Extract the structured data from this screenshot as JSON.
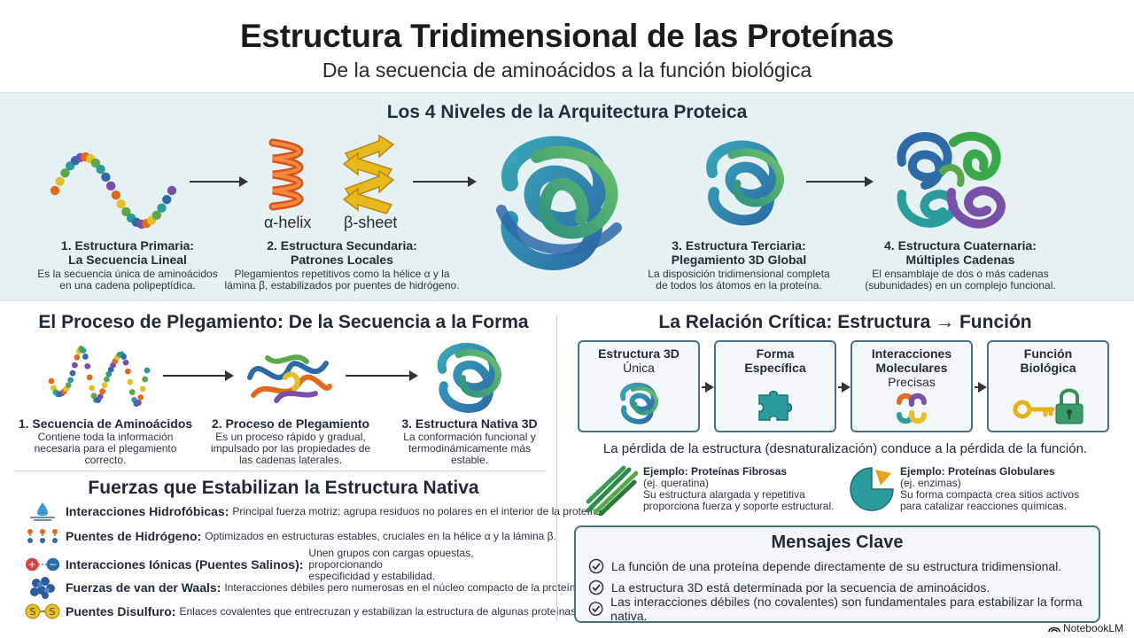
{
  "header": {
    "title": "Estructura Tridimensional de las Proteínas",
    "subtitle": "De la secuencia de aminoácidos a la función biológica"
  },
  "levels": {
    "section_title": "Los 4 Niveles de la Arquitectura Proteica",
    "helix_label": "α-helix",
    "sheet_label": "β-sheet",
    "items": [
      {
        "title1": "1. Estructura Primaria:",
        "title2": "La Secuencia Lineal",
        "desc1": "Es la secuencia única de aminoácidos",
        "desc2": "en una cadena polipeptídica."
      },
      {
        "title1": "2. Estructura Secundaria:",
        "title2": "Patrones Locales",
        "desc1": "Plegamientos repetitivos como la hélice α y la",
        "desc2": "lámina β, estabilizados por puentes de hidrógeno."
      },
      {
        "title1": "3. Estructura Terciaria:",
        "title2": "Plegamiento 3D Global",
        "desc1": "La disposición tridimensional completa",
        "desc2": "de todos los átomos en la proteína."
      },
      {
        "title1": "4. Estructura Cuaternaria:",
        "title2": "Múltiples Cadenas",
        "desc1": "El ensamblaje de dos o más cadenas",
        "desc2": "(subunidades) en un complejo funcional."
      }
    ]
  },
  "folding": {
    "section_title": "El Proceso de Plegamiento: De la Secuencia a la Forma",
    "steps": [
      {
        "title": "1. Secuencia de Aminoácidos",
        "desc1": "Contiene toda la información",
        "desc2": "necesaria para el plegamiento",
        "desc3": "correcto."
      },
      {
        "title": "2. Proceso de Plegamiento",
        "desc1": "Es un proceso rápido y gradual,",
        "desc2": "impulsado por las propiedades de",
        "desc3": "las cadenas laterales."
      },
      {
        "title": "3. Estructura Nativa 3D",
        "desc1": "La conformación funcional y",
        "desc2": "termodinámicamente más",
        "desc3": "estable."
      }
    ]
  },
  "forces": {
    "section_title": "Fuerzas que Estabilizan la Estructura Nativa",
    "items": [
      {
        "name": "Interacciones Hidrofóbicas:",
        "desc": "Principal fuerza motriz; agrupa residuos no polares en el interior de la proteína."
      },
      {
        "name": "Puentes de Hidrógeno:",
        "desc": "Optimizados en estructuras estables, cruciales en la hélice α y la lámina β."
      },
      {
        "name": "Interacciones Iónicas (Puentes Salinos):",
        "desc1": "Unen grupos con cargas opuestas, proporcionando",
        "desc2": "especificidad y estabilidad."
      },
      {
        "name": "Fuerzas de van der Waals:",
        "desc": "Interacciones débiles pero numerosas en el núcleo compacto de la proteína."
      },
      {
        "name": "Puentes Disulfuro:",
        "desc": "Enlaces covalentes que entrecruzan y estabilizan la estructura de algunas proteínas."
      }
    ]
  },
  "relation": {
    "section_title": "La Relación Crítica: Estructura → Función",
    "cards": [
      {
        "line1": "Estructura 3D",
        "line2": "",
        "sub": "Única"
      },
      {
        "line1": "Forma",
        "line2": "Específica",
        "sub": ""
      },
      {
        "line1": "Interacciones",
        "line2": "Moleculares",
        "sub": "Precisas"
      },
      {
        "line1": "Función",
        "line2": "Biológica",
        "sub": ""
      }
    ],
    "loss_text": "La pérdida de la estructura (desnaturalización) conduce a la pérdida de la función.",
    "examples": [
      {
        "title": "Ejemplo: Proteínas Fibrosas",
        "sub": "(ej. queratina)",
        "desc1": "Su estructura alargada y repetitiva",
        "desc2": "proporciona fuerza y soporte estructural."
      },
      {
        "title": "Ejemplo: Proteínas Globulares",
        "sub": "(ej. enzimas)",
        "desc1": "Su forma compacta crea sitios activos",
        "desc2": "para catalizar reacciones químicas."
      }
    ]
  },
  "key_messages": {
    "title": "Mensajes Clave",
    "items": [
      "La función de una proteína depende directamente de su estructura tridimensional.",
      "La estructura 3D está determinada por la secuencia de aminoácidos.",
      "Las interacciones débiles (no covalentes) son fundamentales para estabilizar la forma nativa."
    ]
  },
  "brand": "NotebookLM",
  "colors": {
    "teal": "#2a9c9c",
    "blue": "#2c6aa8",
    "green": "#5aa84a",
    "purple": "#7a4fa8",
    "orange": "#e06a1e",
    "yellow": "#e6c02a"
  }
}
